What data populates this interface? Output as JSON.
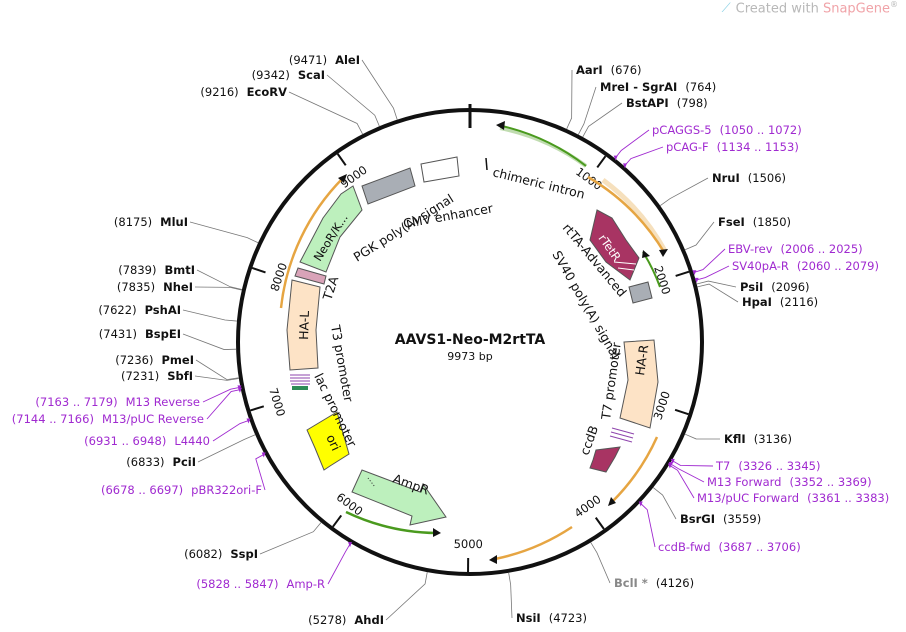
{
  "watermark": {
    "prefix": "Created with ",
    "brand": "SnapGene",
    "mark": "®"
  },
  "plasmid": {
    "name": "AAVS1-Neo-M2rtTA",
    "size_label": "9973 bp",
    "length": 9973
  },
  "ticks": [
    {
      "pos": 1000,
      "label": "1000"
    },
    {
      "pos": 2000,
      "label": "2000"
    },
    {
      "pos": 3000,
      "label": "3000"
    },
    {
      "pos": 4000,
      "label": "4000"
    },
    {
      "pos": 5000,
      "label": "5000"
    },
    {
      "pos": 6000,
      "label": "6000"
    },
    {
      "pos": 7000,
      "label": "7000"
    },
    {
      "pos": 8000,
      "label": "8000"
    },
    {
      "pos": 9000,
      "label": "9000"
    }
  ],
  "sites": [
    {
      "name": "AleI",
      "pos_label": "(9471)",
      "pos": 9471
    },
    {
      "name": "ScaI",
      "pos_label": "(9342)",
      "pos": 9342
    },
    {
      "name": "EcoRV",
      "pos_label": "(9216)",
      "pos": 9216
    },
    {
      "name": "AarI",
      "pos_label": "(676)",
      "pos": 676
    },
    {
      "name": "MreI  -  SgrAI",
      "pos_label": "(764)",
      "pos": 764
    },
    {
      "name": "BstAPI",
      "pos_label": "(798)",
      "pos": 798
    },
    {
      "name": "NruI",
      "pos_label": "(1506)",
      "pos": 1506
    },
    {
      "name": "FseI",
      "pos_label": "(1850)",
      "pos": 1850
    },
    {
      "name": "PsiI",
      "pos_label": "(2096)",
      "pos": 2096
    },
    {
      "name": "HpaI",
      "pos_label": "(2116)",
      "pos": 2116
    },
    {
      "name": "KflI",
      "pos_label": "(3136)",
      "pos": 3136
    },
    {
      "name": "BsrGI",
      "pos_label": "(3559)",
      "pos": 3559
    },
    {
      "name": "BclI *",
      "pos_label": "(4126)",
      "pos": 4126,
      "color": "#888888"
    },
    {
      "name": "NsiI",
      "pos_label": "(4723)",
      "pos": 4723
    },
    {
      "name": "AhdI",
      "pos_label": "(5278)",
      "pos": 5278
    },
    {
      "name": "SspI",
      "pos_label": "(6082)",
      "pos": 6082
    },
    {
      "name": "PciI",
      "pos_label": "(6833)",
      "pos": 6833
    },
    {
      "name": "SbfI",
      "pos_label": "(7231)",
      "pos": 7231
    },
    {
      "name": "PmeI",
      "pos_label": "(7236)",
      "pos": 7236
    },
    {
      "name": "BspEI",
      "pos_label": "(7431)",
      "pos": 7431
    },
    {
      "name": "PshAI",
      "pos_label": "(7622)",
      "pos": 7622
    },
    {
      "name": "NheI",
      "pos_label": "(7835)",
      "pos": 7835
    },
    {
      "name": "BmtI",
      "pos_label": "(7839)",
      "pos": 7839
    },
    {
      "name": "MluI",
      "pos_label": "(8175)",
      "pos": 8175
    }
  ],
  "primers": [
    {
      "name": "pCAGGS-5",
      "range_label": "(1050 .. 1072)",
      "pos": 1061
    },
    {
      "name": "pCAG-F",
      "range_label": "(1134 .. 1153)",
      "pos": 1143
    },
    {
      "name": "EBV-rev",
      "range_label": "(2006 .. 2025)",
      "pos": 2015
    },
    {
      "name": "SV40pA-R",
      "range_label": "(2060 .. 2079)",
      "pos": 2069
    },
    {
      "name": "T7",
      "range_label": "(3326 .. 3345)",
      "pos": 3335
    },
    {
      "name": "M13 Forward",
      "range_label": "(3352 .. 3369)",
      "pos": 3360
    },
    {
      "name": "M13/pUC Forward",
      "range_label": "(3361 .. 3383)",
      "pos": 3372
    },
    {
      "name": "ccdB-fwd",
      "range_label": "(3687 .. 3706)",
      "pos": 3696
    },
    {
      "name": "Amp-R",
      "range_label": "(5828 .. 5847)",
      "pos": 5837
    },
    {
      "name": "pBR322ori-F",
      "range_label": "(6678 .. 6697)",
      "pos": 6687
    },
    {
      "name": "L4440",
      "range_label": "(6931 .. 6948)",
      "pos": 6939
    },
    {
      "name": "M13/pUC Reverse",
      "range_label": "(7144 .. 7166)",
      "pos": 7155
    },
    {
      "name": "M13 Reverse",
      "range_label": "(7163 .. 7179)",
      "pos": 7171
    }
  ],
  "features": [
    {
      "name": "chimeric intron",
      "kind": "label"
    },
    {
      "name": "CMV enhancer",
      "kind": "box",
      "color": "#ffffff"
    },
    {
      "name": "PGK poly(A) signal",
      "kind": "box",
      "color": "#a9aeb5"
    },
    {
      "name": "NeoR/K...",
      "kind": "arrow",
      "color": "#bdf0bd"
    },
    {
      "name": "T2A",
      "kind": "box",
      "color": "#d9a3b8"
    },
    {
      "name": "HA-L",
      "kind": "box",
      "color": "#fde3c6"
    },
    {
      "name": "rTetR",
      "kind": "arrow",
      "color": "#a83463"
    },
    {
      "name": "rtTA-Advanced",
      "kind": "label"
    },
    {
      "name": "SV40 poly(A) signal",
      "kind": "box",
      "color": "#a9aeb5"
    },
    {
      "name": "HA-R",
      "kind": "box",
      "color": "#fde3c6"
    },
    {
      "name": "T7 promoter",
      "kind": "label"
    },
    {
      "name": "ccdB",
      "kind": "arrow",
      "color": "#a83463"
    },
    {
      "name": "AmpR",
      "kind": "arrow",
      "color": "#bdf0bd"
    },
    {
      "name": "ori",
      "kind": "arrow",
      "color": "#ffff00"
    },
    {
      "name": "lac promoter",
      "kind": "label"
    },
    {
      "name": "T3 promoter",
      "kind": "label"
    }
  ],
  "colors": {
    "backbone": "#111111",
    "orf_arrow": "#e6a542",
    "green_arrow": "#4a9a1e",
    "primer": "#a02ad0",
    "dna_line": "#777777"
  }
}
